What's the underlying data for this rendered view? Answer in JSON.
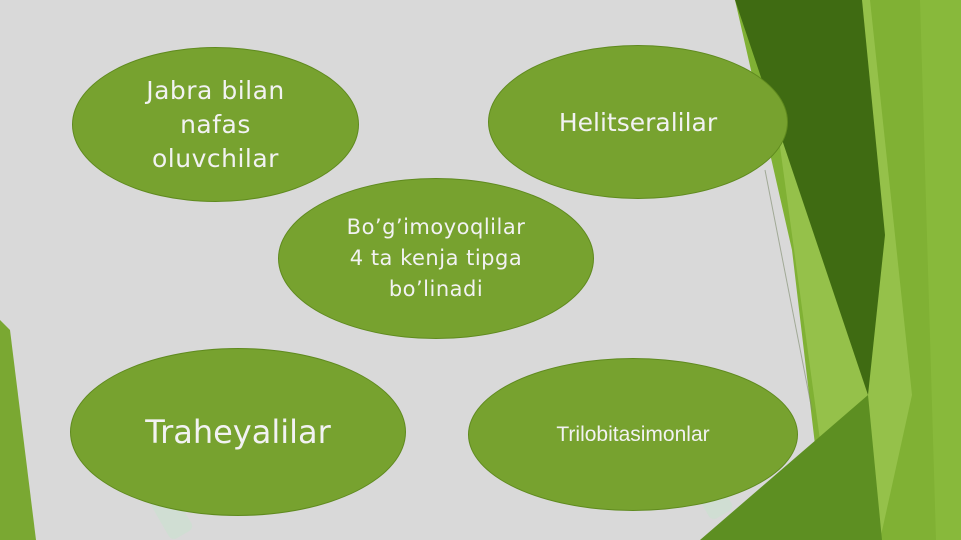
{
  "diagram": {
    "nodes": [
      {
        "id": "gill-breathers",
        "text": "Jabra bilan\nnafas\noluvchilar"
      },
      {
        "id": "chelicerates",
        "text": "Helitseralilar"
      },
      {
        "id": "center",
        "text": "Bo’g’imoyoqlilar\n4 ta kenja tipga\nbo’linadi"
      },
      {
        "id": "tracheates",
        "text": "Traheyalilar"
      },
      {
        "id": "trilobites",
        "text": "Trilobitasimonlar"
      }
    ]
  },
  "colors": {
    "background": "#d9d9d9",
    "ellipse_fill": "#77a22f",
    "ellipse_border": "#5f8a1e",
    "ellipse_text": "#f2f2f2",
    "accent_dark": "#3f6b12",
    "accent_light": "#9cc64a"
  }
}
